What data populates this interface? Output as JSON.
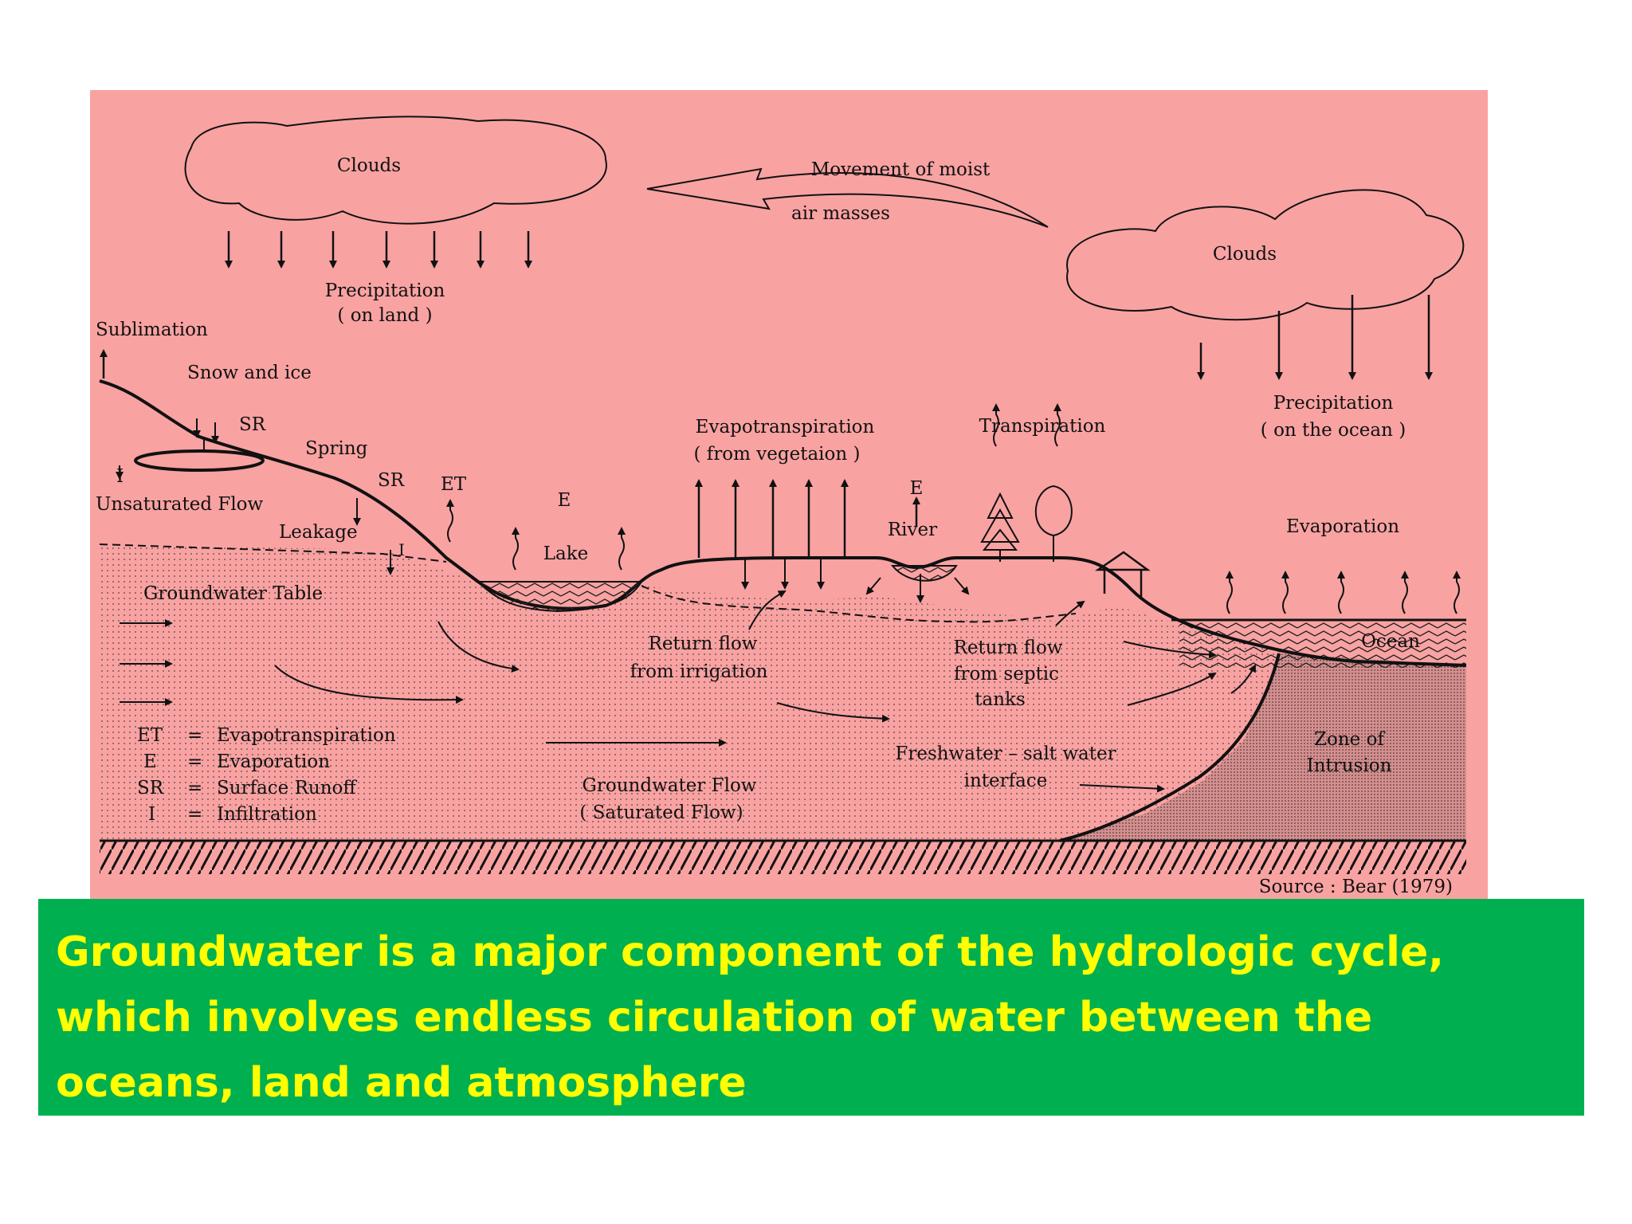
{
  "diagram": {
    "clouds_left": "Clouds",
    "clouds_right": "Clouds",
    "moist_air_line1": "Movement of moist",
    "moist_air_line2": "air masses",
    "precip_land_line1": "Precipitation",
    "precip_land_line2": "( on land )",
    "precip_ocean_line1": "Precipitation",
    "precip_ocean_line2": "( on the ocean )",
    "sublimation": "Sublimation",
    "snow_and_ice": "Snow and ice",
    "sr_1": "SR",
    "sr_2": "SR",
    "i_1": "I",
    "i_2": "I",
    "i_3": "I",
    "spring": "Spring",
    "et": "ET",
    "e_lake": "E",
    "e_river": "E",
    "unsaturated_flow": "Unsaturated Flow",
    "leakage": "Leakage",
    "lake": "Lake",
    "groundwater_table": "Groundwater Table",
    "evapotranspiration_line1": "Evapotranspiration",
    "evapotranspiration_line2": "( from vegetaion )",
    "transpiration": "Transpiration",
    "river": "River",
    "evaporation": "Evaporation",
    "ocean": "Ocean",
    "return_irrigation_line1": "Return flow",
    "return_irrigation_line2": "from irrigation",
    "return_septic_line1": "Return flow",
    "return_septic_line2": "from septic",
    "return_septic_line3": "tanks",
    "zone_line1": "Zone of",
    "zone_line2": "Intrusion",
    "interface_line1": "Freshwater – salt water",
    "interface_line2": "interface",
    "gw_flow_line1": "Groundwater Flow",
    "gw_flow_line2": "( Saturated Flow)",
    "legend": [
      {
        "abbr": "ET",
        "eq": "=",
        "meaning": "Evapotranspiration"
      },
      {
        "abbr": "E",
        "eq": "=",
        "meaning": "Evaporation"
      },
      {
        "abbr": "SR",
        "eq": "=",
        "meaning": "Surface Runoff"
      },
      {
        "abbr": "I",
        "eq": "=",
        "meaning": "Infiltration"
      }
    ],
    "source": "Source : Bear (1979)"
  },
  "caption": "Groundwater is a major component of the hydrologic cycle, which involves endless circulation of water between the oceans, land and atmosphere",
  "colors": {
    "diagram_background": "#f9a2a2",
    "caption_background": "#00b050",
    "caption_text": "#ffff00"
  }
}
